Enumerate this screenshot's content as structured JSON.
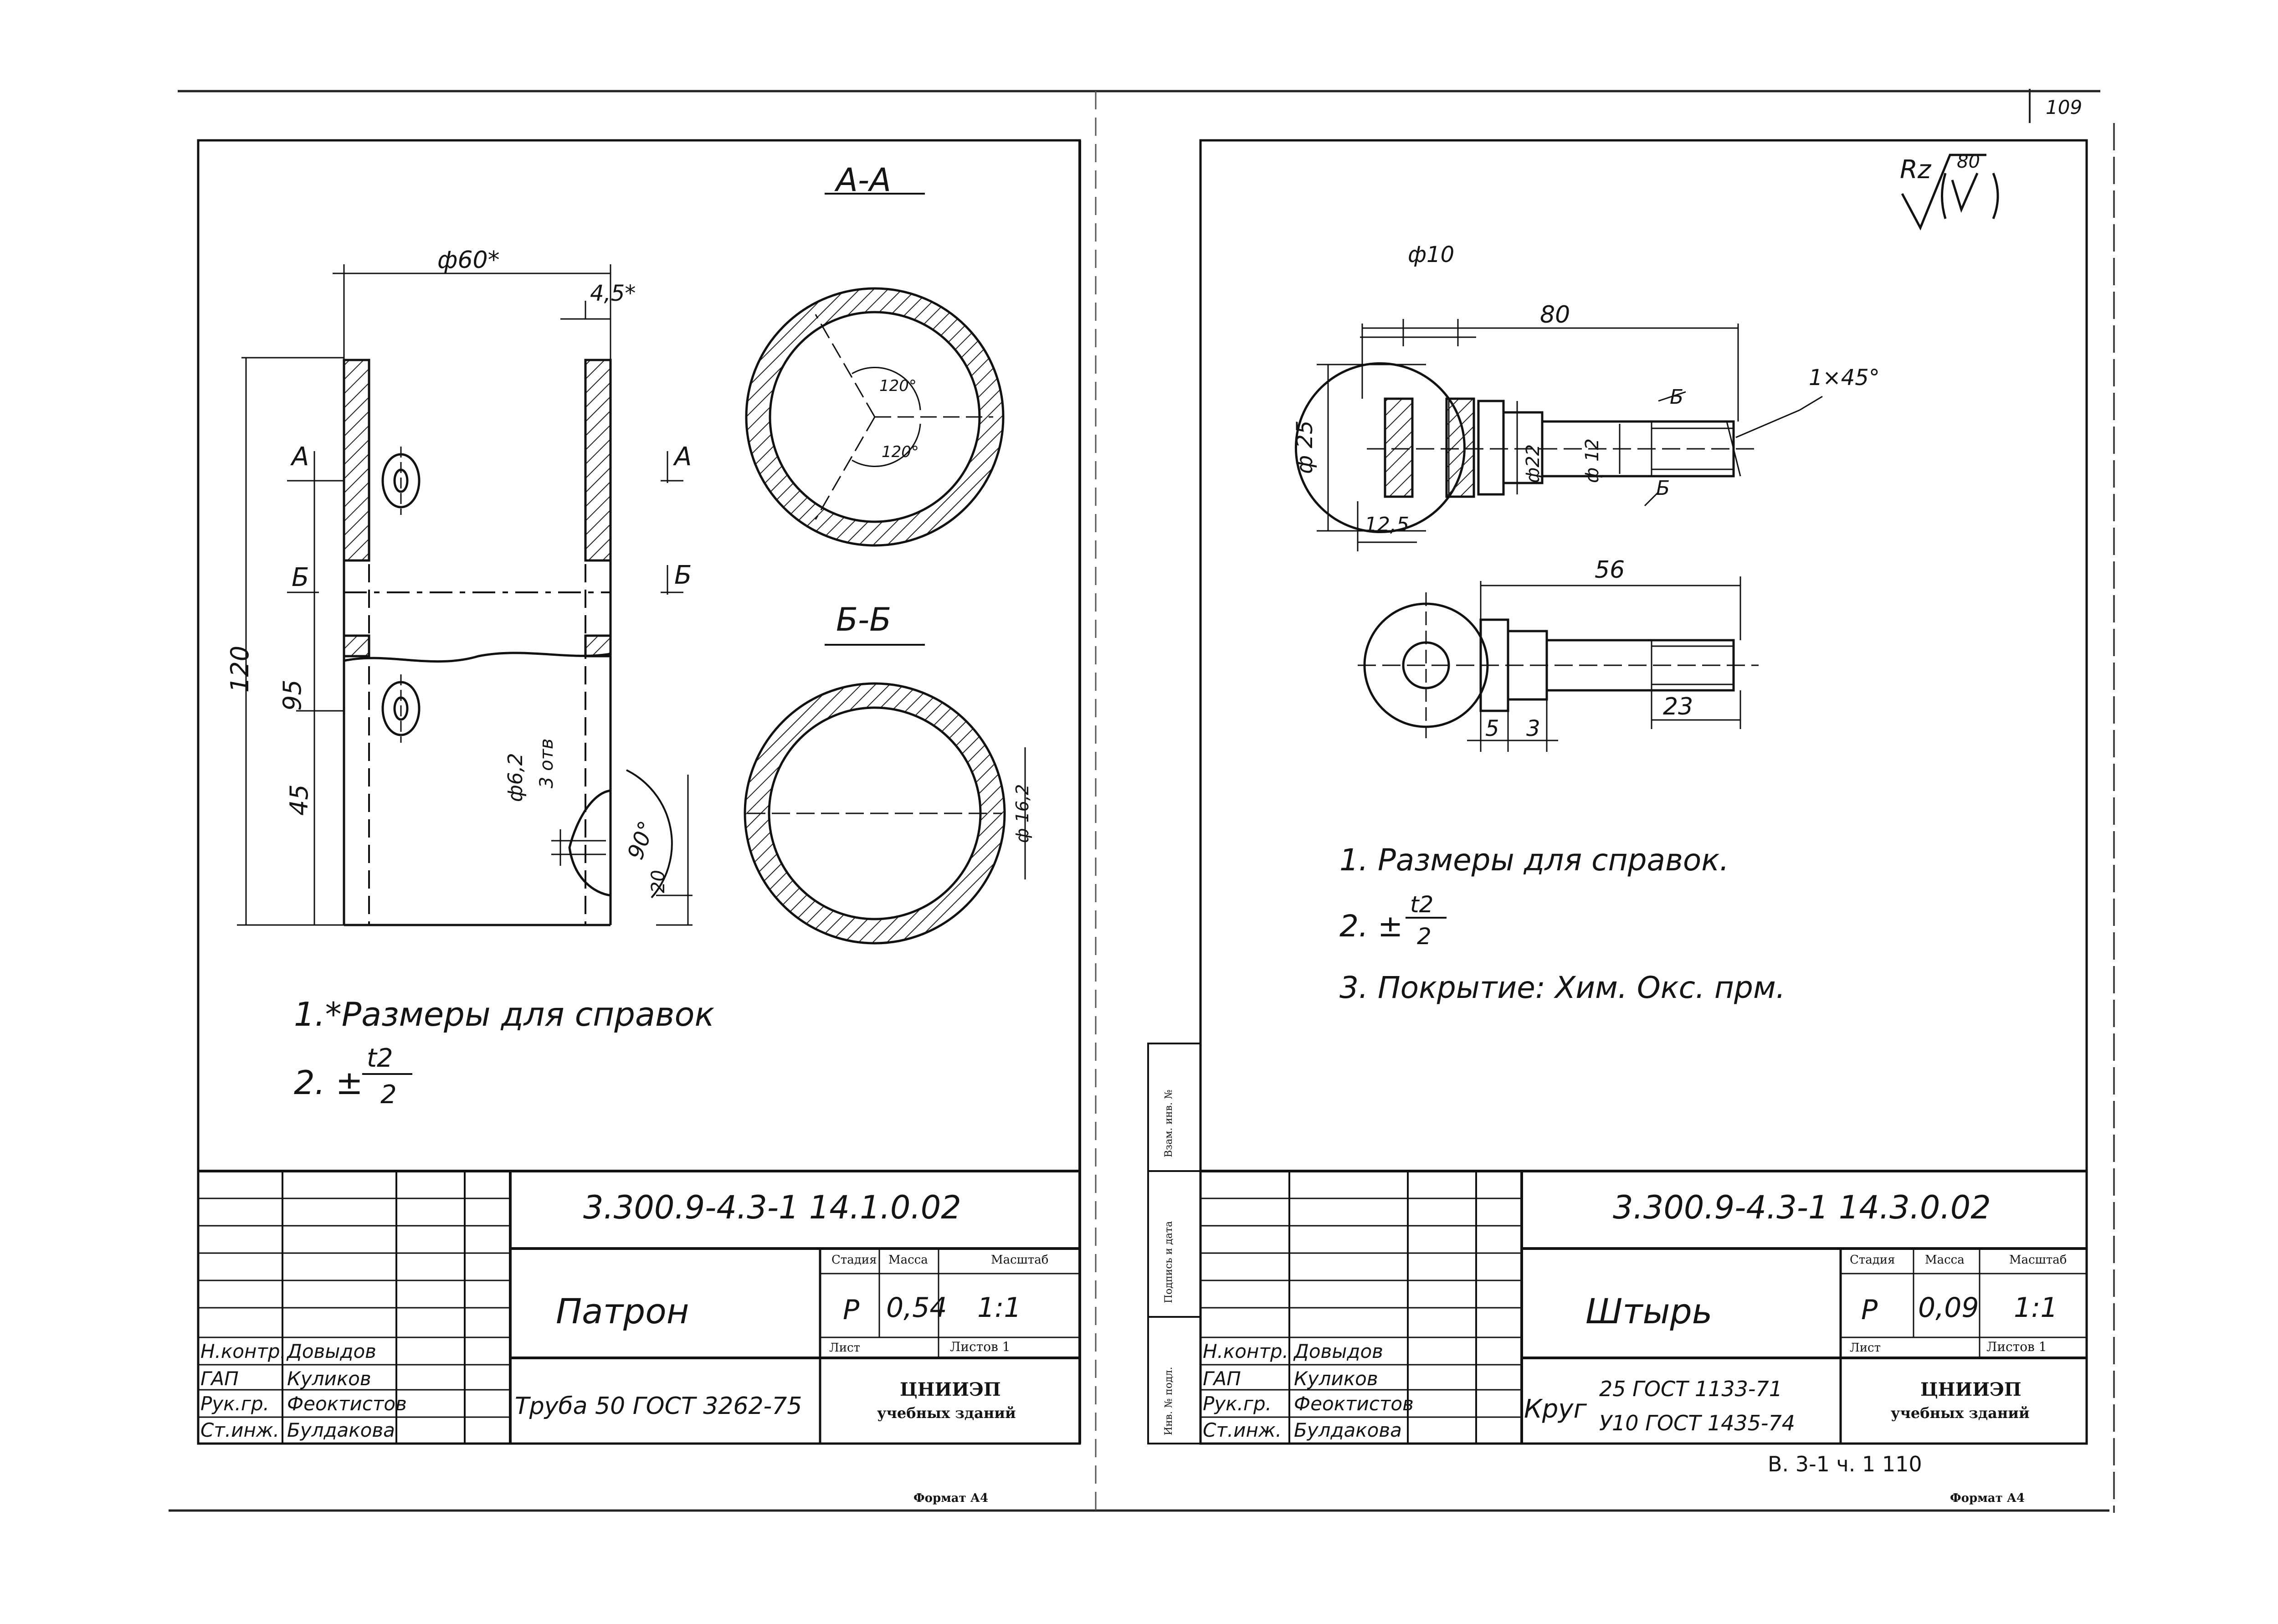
{
  "page_number": "109",
  "bottom_note": "В. 3-1  ч. 1    110",
  "roughness": {
    "prefix": "Rz",
    "value": "80",
    "suffix": "(√)"
  },
  "left_sheet": {
    "section_aa": "А-А",
    "section_bb": "Б-Б",
    "dims": {
      "d60": "ф60*",
      "d45": "4,5*",
      "d120": "120",
      "d95": "95",
      "d45b": "45",
      "d62": "ф6,2",
      "d3": "3 отв",
      "d20": "20",
      "a90": "90°",
      "a120a": "120°",
      "a120b": "120°",
      "d162": "ф 16,2",
      "A": "А",
      "B": "Б"
    },
    "notes": [
      "1.*Размеры для  справок",
      "2. ±"
    ],
    "frac_num": "t2",
    "frac_den": "2",
    "title_block": {
      "code": "3.300.9-4.3-1 14.1.0.02",
      "name": "Патрон",
      "col_stage": "Стадия",
      "col_mass": "Масса",
      "col_scale": "Масштаб",
      "stage": "Р",
      "mass": "0,54",
      "scale": "1:1",
      "sheet": "Лист",
      "sheets": "Листов 1",
      "org": "ЦНИИЭП",
      "org2": "учебных зданий",
      "material": "Труба 50 ГОСТ 3262-75",
      "roles": [
        "Н.контр.",
        "ГАП",
        "Рук.гр.",
        "Ст.инж."
      ],
      "persons": [
        "Довыдов",
        "Куликов",
        "Феоктистов",
        "Булдакова"
      ],
      "format": "Формат А4"
    }
  },
  "right_sheet": {
    "dims": {
      "d10": "ф10",
      "d80": "80",
      "d145": "1×45°",
      "d25": "ф 25",
      "d22": "ф22",
      "d12": "ф 12",
      "d125": "12,5",
      "d56": "56",
      "d5": "5",
      "d3": "3",
      "d23": "23",
      "b": "Б"
    },
    "notes": [
      "1. Размеры  для  справок.",
      "2. ±",
      "3. Покрытие: Хим. Окс. прм."
    ],
    "frac_num": "t2",
    "frac_den": "2",
    "side_stamp": [
      "Взам. инв. №",
      "Подпись и дата",
      "Инв. № подл."
    ],
    "title_block": {
      "code": "3.300.9-4.3-1 14.3.0.02",
      "name": "Штырь",
      "col_stage": "Стадия",
      "col_mass": "Масса",
      "col_scale": "Масштаб",
      "stage": "Р",
      "mass": "0,09",
      "scale": "1:1",
      "sheet": "Лист",
      "sheets": "Листов 1",
      "org": "ЦНИИЭП",
      "org2": "учебных зданий",
      "material_a": "Круг",
      "material_b": "25 ГОСТ 1133-71",
      "material_c": "У10 ГОСТ 1435-74",
      "roles": [
        "Н.контр.",
        "ГАП",
        "Рук.гр.",
        "Ст.инж."
      ],
      "persons": [
        "Довыдов",
        "Куликов",
        "Феоктистов",
        "Булдакова"
      ],
      "format": "Формат А4"
    }
  }
}
